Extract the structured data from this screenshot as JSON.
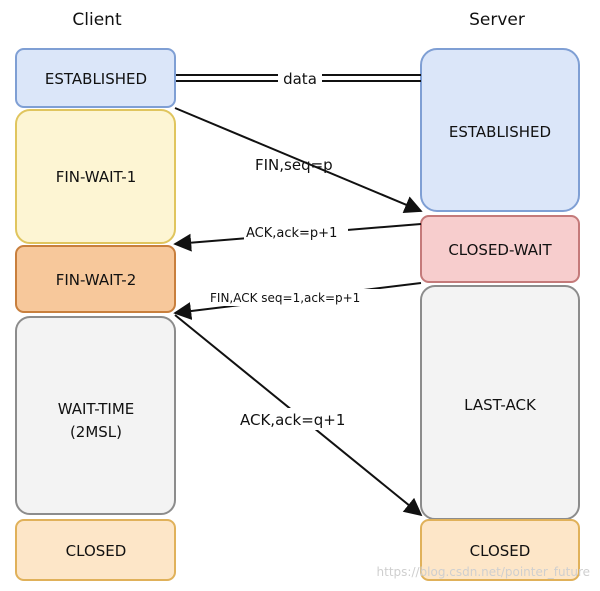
{
  "columns": {
    "client": "Client",
    "server": "Server"
  },
  "client_states": [
    {
      "label": "ESTABLISHED",
      "fill": "#dbe6f9",
      "stroke": "#7f9fd4"
    },
    {
      "label": "FIN-WAIT-1",
      "fill": "#fdf5d3",
      "stroke": "#e0c55e"
    },
    {
      "label": "FIN-WAIT-2",
      "fill": "#f7c89b",
      "stroke": "#c87f3d"
    },
    {
      "label": "WAIT-TIME",
      "label2": "(2MSL)",
      "fill": "#f3f3f3",
      "stroke": "#8c8c8c"
    },
    {
      "label": "CLOSED",
      "fill": "#fde6c8",
      "stroke": "#e0b15a"
    }
  ],
  "server_states": [
    {
      "label": "ESTABLISHED",
      "fill": "#dbe6f9",
      "stroke": "#7f9fd4"
    },
    {
      "label": "CLOSED-WAIT",
      "fill": "#f7cdcd",
      "stroke": "#c47a7a"
    },
    {
      "label": "LAST-ACK",
      "fill": "#f3f3f3",
      "stroke": "#8c8c8c"
    },
    {
      "label": "CLOSED",
      "fill": "#fde6c8",
      "stroke": "#e0b15a"
    }
  ],
  "messages": {
    "data": "data",
    "fin": "FIN,seq=p",
    "ack1": "ACK,ack=p+1",
    "fin_ack": "FIN,ACK seq=1,ack=p+1",
    "ack2": "ACK,ack=q+1"
  },
  "watermark": "https://blog.csdn.net/pointer_future"
}
